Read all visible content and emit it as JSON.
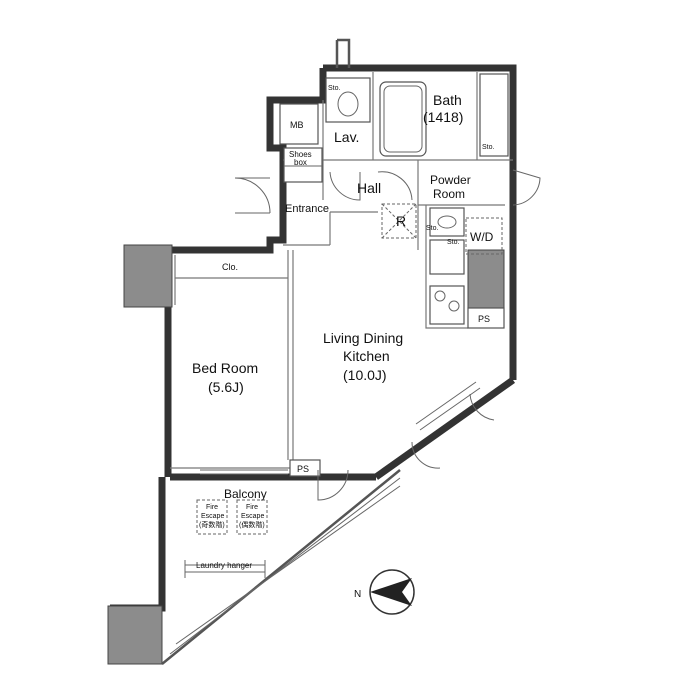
{
  "rooms": {
    "bath": "Bath",
    "bath_size": "(1418)",
    "lav": "Lav.",
    "mb": "MB",
    "sto": "Sto.",
    "shoes_line1": "Shoes",
    "shoes_line2": "box",
    "hall": "Hall",
    "powder_line1": "Powder",
    "powder_line2": "Room",
    "entrance": "Entrance",
    "r": "R",
    "wd": "W/D",
    "clo": "Clo.",
    "bed": "Bed Room",
    "bed_size": "(5.6J)",
    "ldk_line1": "Living Dining",
    "ldk_line2": "Kitchen",
    "ldk_size": "(10.0J)",
    "ps": "PS",
    "balcony": "Balcony",
    "fire_line1": "Fire",
    "fire_line2": "Escape",
    "fire_odd": "(奇数階)",
    "fire_even": "(偶数階)",
    "laundry": "Laundry hanger"
  },
  "compass": {
    "label": "N"
  }
}
